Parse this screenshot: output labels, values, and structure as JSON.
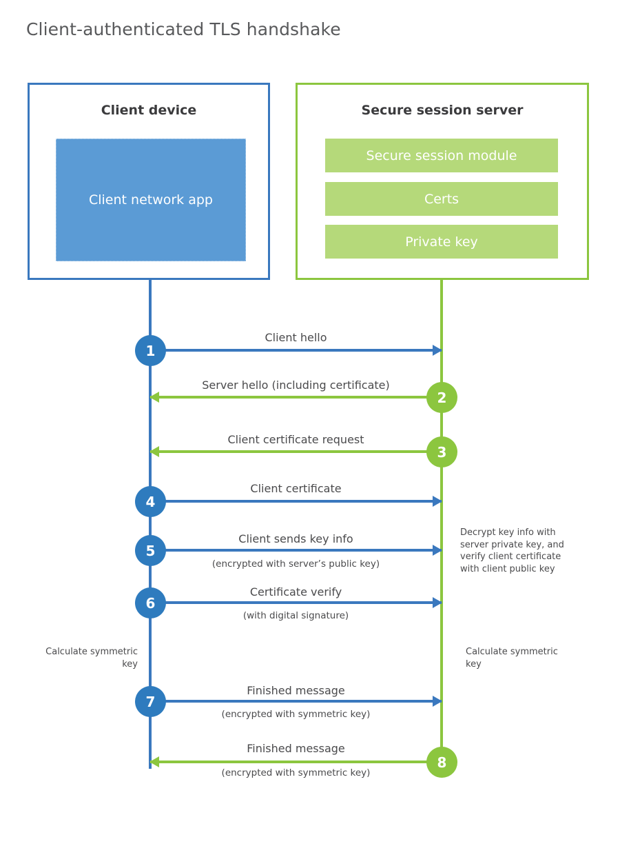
{
  "title": "Client-authenticated TLS handshake",
  "colors": {
    "client_blue": "#3A78BE",
    "client_circle_blue": "#2E7BBE",
    "client_app_fill": "#5B9BD5",
    "server_green": "#8CC63F",
    "server_module_fill": "#B5D97A",
    "text_gray": "#4a4a4c",
    "title_gray": "#58595b"
  },
  "actors": {
    "client": {
      "title": "Client device",
      "app_label": "Client network app"
    },
    "server": {
      "title": "Secure session server",
      "modules": [
        {
          "label": "Secure session module"
        },
        {
          "label": "Certs"
        },
        {
          "label": "Private key"
        }
      ]
    }
  },
  "messages": [
    {
      "step": "1",
      "label": "Client hello",
      "sublabel": "",
      "direction": "client-to-server",
      "color": "blue"
    },
    {
      "step": "2",
      "label": "Server hello (including certificate)",
      "sublabel": "",
      "direction": "server-to-client",
      "color": "green"
    },
    {
      "step": "3",
      "label": "Client certificate request",
      "sublabel": "",
      "direction": "server-to-client",
      "color": "green"
    },
    {
      "step": "4",
      "label": "Client certificate",
      "sublabel": "",
      "direction": "client-to-server",
      "color": "blue"
    },
    {
      "step": "5",
      "label": "Client sends key info",
      "sublabel": "(encrypted with server’s public key)",
      "direction": "client-to-server",
      "color": "blue"
    },
    {
      "step": "6",
      "label": "Certificate verify",
      "sublabel": "(with digital signature)",
      "direction": "client-to-server",
      "color": "blue"
    },
    {
      "step": "7",
      "label": "Finished message",
      "sublabel": "(encrypted with symmetric key)",
      "direction": "client-to-server",
      "color": "blue"
    },
    {
      "step": "8",
      "label": "Finished message",
      "sublabel": "(encrypted with symmetric key)",
      "direction": "server-to-client",
      "color": "green"
    }
  ],
  "notes": {
    "server_decrypt": "Decrypt key info with server private key, and verify client certificate with client public key",
    "client_calculate": "Calculate symmetric key",
    "server_calculate": "Calculate symmetric key"
  }
}
